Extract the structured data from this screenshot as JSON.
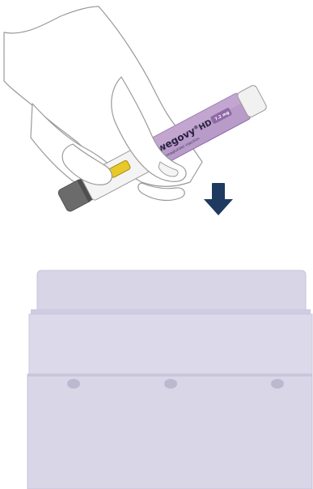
{
  "pen": {
    "brand": "wegovy",
    "registered": "®",
    "variant": "HD",
    "dose": "7.2 mg",
    "generic_name": "(semaglutide) injection"
  },
  "icons": {
    "hand": "hand-holding-pen-icon",
    "arrow": "arrow-down-icon",
    "container": "sharps-disposal-container-icon"
  },
  "colors": {
    "pen_label": "#b89bc9",
    "pen_label_dark": "#8e6aa6",
    "pen_window": "#e8c92a",
    "pen_cap": "#6b6b6b",
    "arrow": "#1f3a5f",
    "container": "#d8d5e6",
    "container_dark": "#c9c5db"
  }
}
